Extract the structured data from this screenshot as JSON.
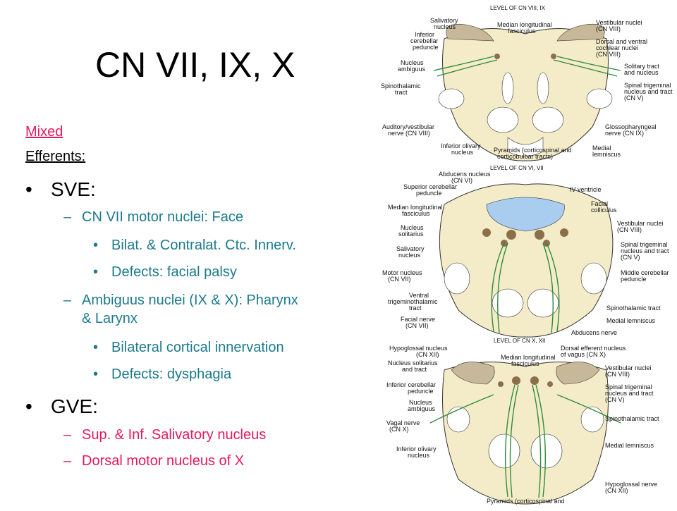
{
  "title": "CN VII, IX, X",
  "left": {
    "mixed": "Mixed",
    "efferents": "Efferents:",
    "sve_bullet": "•",
    "sve": "SVE:",
    "dash": "–",
    "dot": "•",
    "cn7_motor": "CN VII motor nuclei: Face",
    "bilat": "Bilat. & Contralat. Ctc. Innerv.",
    "defects_facial": "Defects: facial palsy",
    "ambiguus_1": "Ambiguus nuclei (IX & X): Pharynx",
    "ambiguus_2": "& Larynx",
    "bilateral_cortical": "Bilateral cortical innervation",
    "defects_dysphagia": "Defects: dysphagia",
    "gve": "GVE:",
    "salivatory": "Sup. & Inf. Salivatory nucleus",
    "dorsal_motor": "Dorsal motor nucleus of X"
  },
  "figure": {
    "panel1": {
      "header": "LEVEL OF CN VIII, IX",
      "labels": [
        "Salivatory nucleus",
        "Median longitudinal fasciculus",
        "Inferior cerebellar peduncle",
        "Nucleus ambiguus",
        "Spinothalamic tract",
        "Auditory/vestibular nerve (CN VIII)",
        "Inferior olivary nucleus",
        "Pyramids (corticospinal and corticobulbar tracts)",
        "Vestibular nuclei (CN VIII)",
        "Dorsal and ventral cochlear nuclei (CN VIII)",
        "Solitary tract and nucleus",
        "Spinal trigeminal nucleus and tract (CN V)",
        "Glossopharyngeal nerve (CN IX)",
        "Medial lemniscus"
      ]
    },
    "panel2": {
      "header": "LEVEL OF CN VI, VII",
      "labels": [
        "Abducens nucleus (CN VI)",
        "Superior cerebellar peduncle",
        "IV ventricle",
        "Median longitudinal fasciculus",
        "Facial colliculus",
        "Nucleus solitarius",
        "Vestibular nuclei (CN VIII)",
        "Salivatory nucleus",
        "Spinal trigeminal nucleus and tract (CN V)",
        "Motor nucleus (CN VII)",
        "Middle cerebellar peduncle",
        "Ventral trigeminothalamic tract",
        "Spinothalamic tract",
        "Facial nerve (CN VII)",
        "Medial lemniscus",
        "Abducens nerve"
      ]
    },
    "panel3": {
      "header": "LEVEL OF CN X, XII",
      "labels": [
        "Hypoglossal nucleus (CN XII)",
        "Dorsal efferent nucleus of vagus (CN X)",
        "Nucleus solitarius and tract",
        "Median longitudinal fasciculus",
        "Vestibular nuclei (CN VIII)",
        "Inferior cerebellar peduncle",
        "Spinal trigeminal nucleus and tract (CN V)",
        "Nucleus ambiguus",
        "Spinothalamic tract",
        "Vagal nerve (CN X)",
        "Medial lemniscus",
        "Inferior olivary nucleus",
        "Hypoglossal nerve (CN XII)",
        "Pyramids (corticospinal and"
      ]
    }
  },
  "colors": {
    "pink": "#e8185a",
    "teal": "#1c7a8c",
    "tissue": "#f4ecc8",
    "nerve": "#2e8b3a",
    "ventricle": "#a9cdef"
  }
}
